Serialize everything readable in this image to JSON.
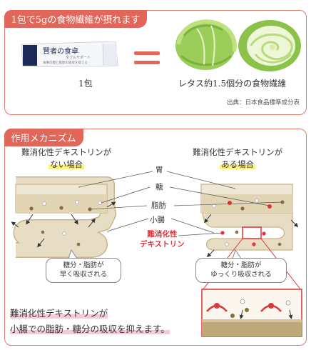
{
  "top": {
    "tab_label": "1包で5gの食物繊維が摂れます",
    "product_name": "賢者の食卓",
    "product_sub": "ダブルサポート",
    "product_fine": "食事の糖と脂肪の吸収を抑える",
    "product_label": "1包",
    "lettuce_label": "レタス約1.5個分の食物繊維",
    "source": "出典：日本食品標準成分表"
  },
  "mechanism": {
    "tab_label": "作用メカニズム",
    "left_title_line1": "難消化性デキストリンが",
    "left_title_line2": "ない場合",
    "right_title_line1": "難消化性デキストリンが",
    "right_title_line2": "ある場合",
    "label_stomach": "胃",
    "label_sugar": "糖",
    "label_fat": "脂肪",
    "label_intestine": "小腸",
    "dextrin_line1": "難消化性",
    "dextrin_line2": "デキストリン",
    "left_bubble_line1": "糖分・脂肪が",
    "left_bubble_line2": "早く吸収される",
    "right_bubble_line1": "糖分・脂肪が",
    "right_bubble_line2": "ゆっくり吸収される",
    "conclusion_line1": "難消化性デキストリンが",
    "conclusion_line2": "小腸での脂肪・糖分の吸収を抑えます。"
  },
  "colors": {
    "accent": "#e0675a",
    "dextrin_red": "#e0353a",
    "highlight_yellow": "#fff17a",
    "highlight_pink": "#f7c9d8",
    "intestine_fill": "#e7dcc4",
    "intestine_outline": "#c8b48a",
    "product_navy": "#1d2a57"
  }
}
